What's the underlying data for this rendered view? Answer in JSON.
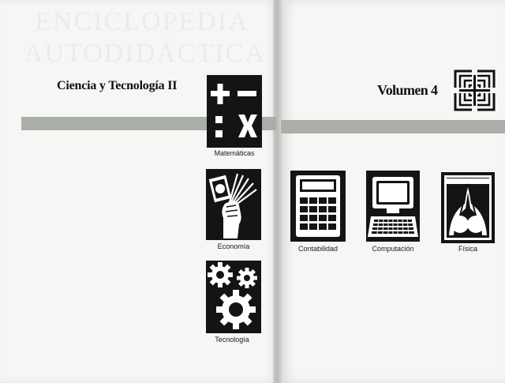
{
  "book": {
    "series_title": "Ciencia y Tecnología II",
    "volume_label": "Volumen 4"
  },
  "icons": [
    {
      "name": "math-symbols-icon",
      "caption": "Matemáticas"
    },
    {
      "name": "money-hand-icon",
      "caption": "Economía"
    },
    {
      "name": "gears-icon",
      "caption": "Tecnología"
    },
    {
      "name": "calculator-icon",
      "caption": "Contabilidad"
    },
    {
      "name": "computer-icon",
      "caption": "Computación"
    },
    {
      "name": "pendulum-icon",
      "caption": "Física"
    }
  ],
  "colors": {
    "page": "#f6f6f4",
    "band": "#a9aea9",
    "tile": "#141414"
  }
}
